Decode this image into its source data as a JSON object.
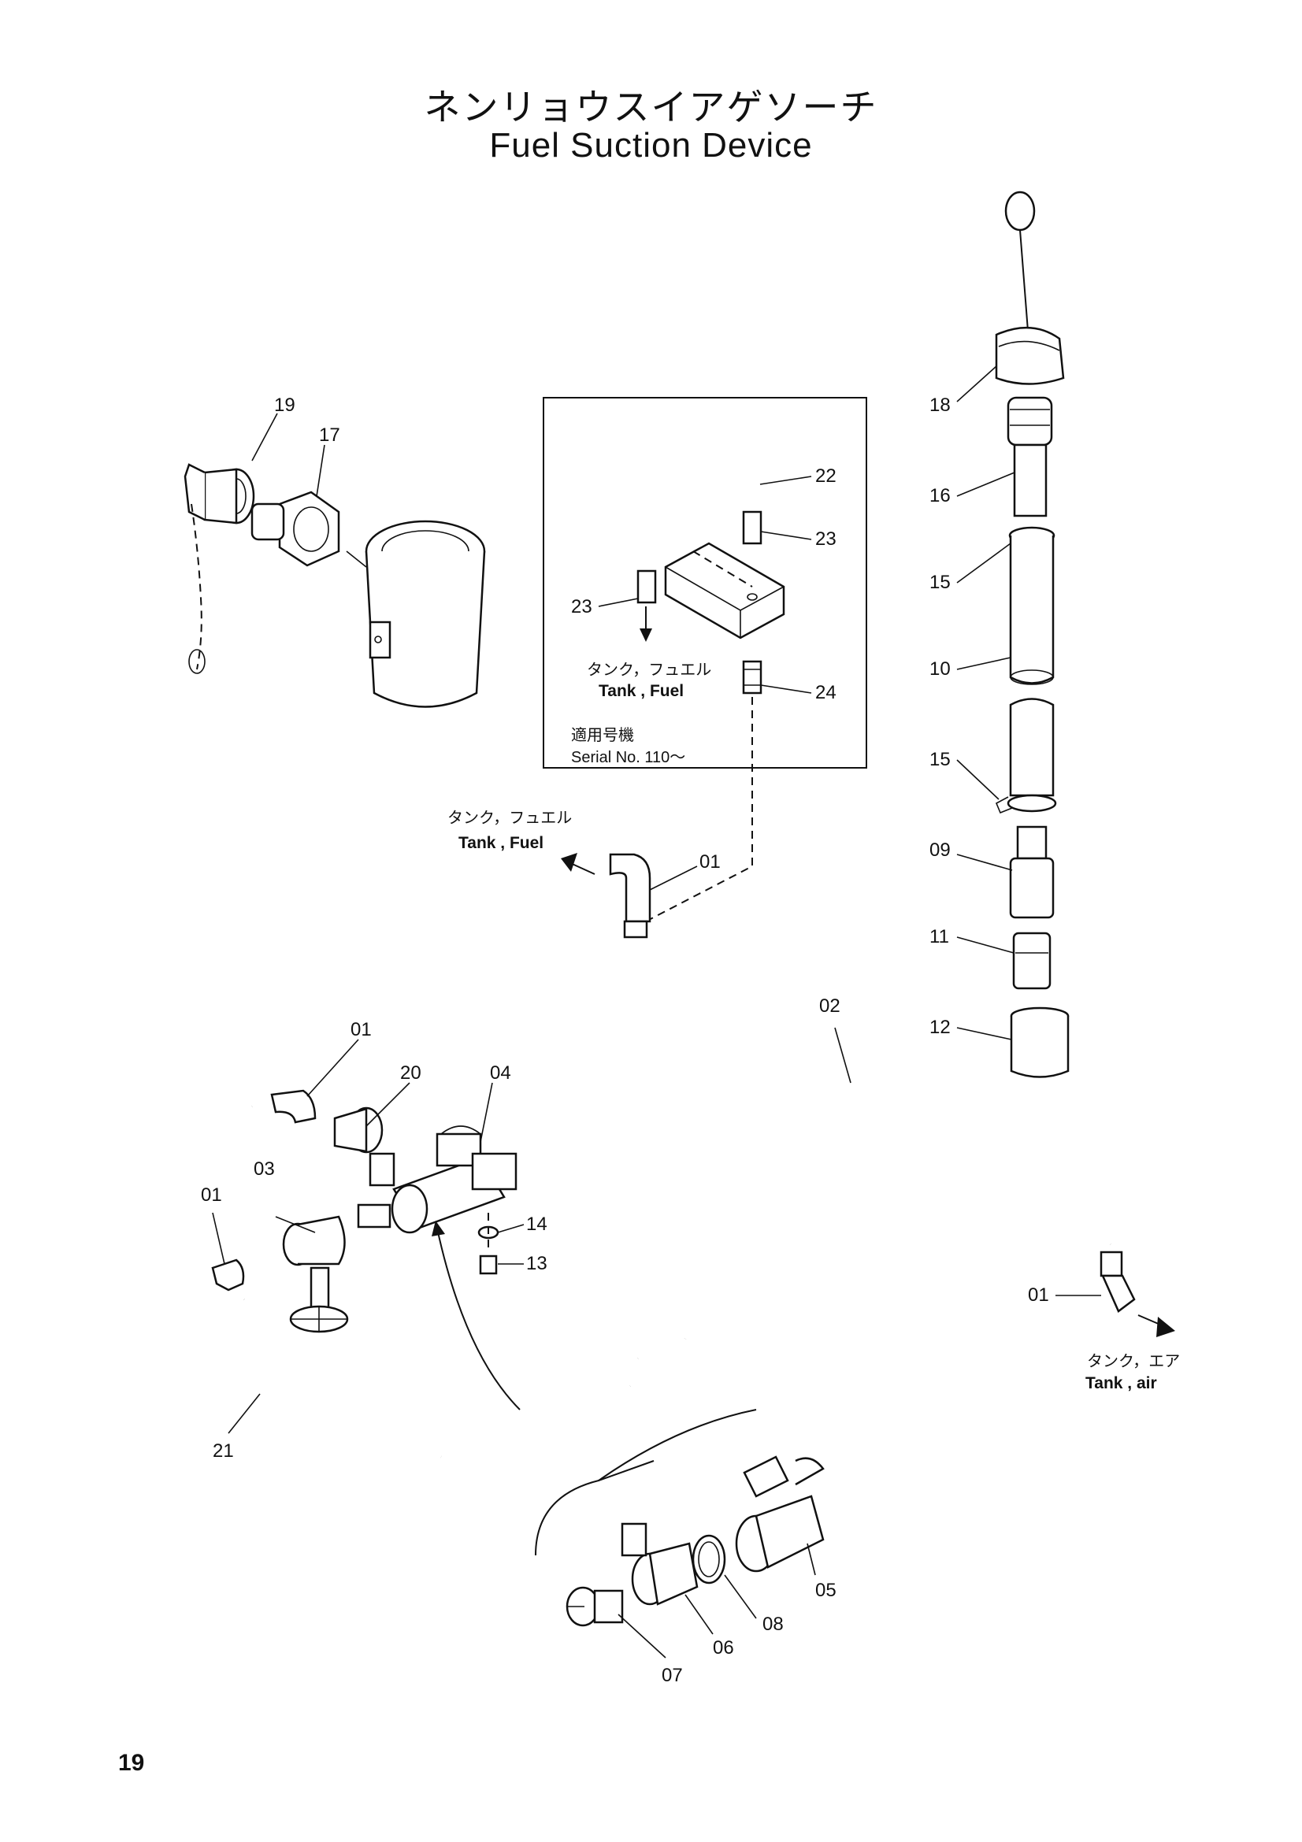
{
  "title": {
    "japanese": "ネンリョウスイアゲソーチ",
    "english": "Fuel Suction Device"
  },
  "page_number": "19",
  "part_labels": {
    "p01": "01",
    "p02": "02",
    "p03": "03",
    "p04": "04",
    "p05": "05",
    "p06": "06",
    "p07": "07",
    "p08": "08",
    "p09": "09",
    "p10": "10",
    "p11": "11",
    "p12": "12",
    "p13": "13",
    "p14": "14",
    "p15": "15",
    "p16": "16",
    "p17": "17",
    "p18": "18",
    "p19": "19",
    "p20": "20",
    "p21": "21",
    "p22": "22",
    "p23": "23",
    "p24": "24"
  },
  "notes": {
    "tank_fuel_jp": "タンク，フュエル",
    "tank_fuel_en": "Tank , Fuel",
    "tank_air_jp": "タンク，エア",
    "tank_air_en": "Tank , air",
    "applicable_jp": "適用号機",
    "serial_no": "Serial No. 110～"
  }
}
